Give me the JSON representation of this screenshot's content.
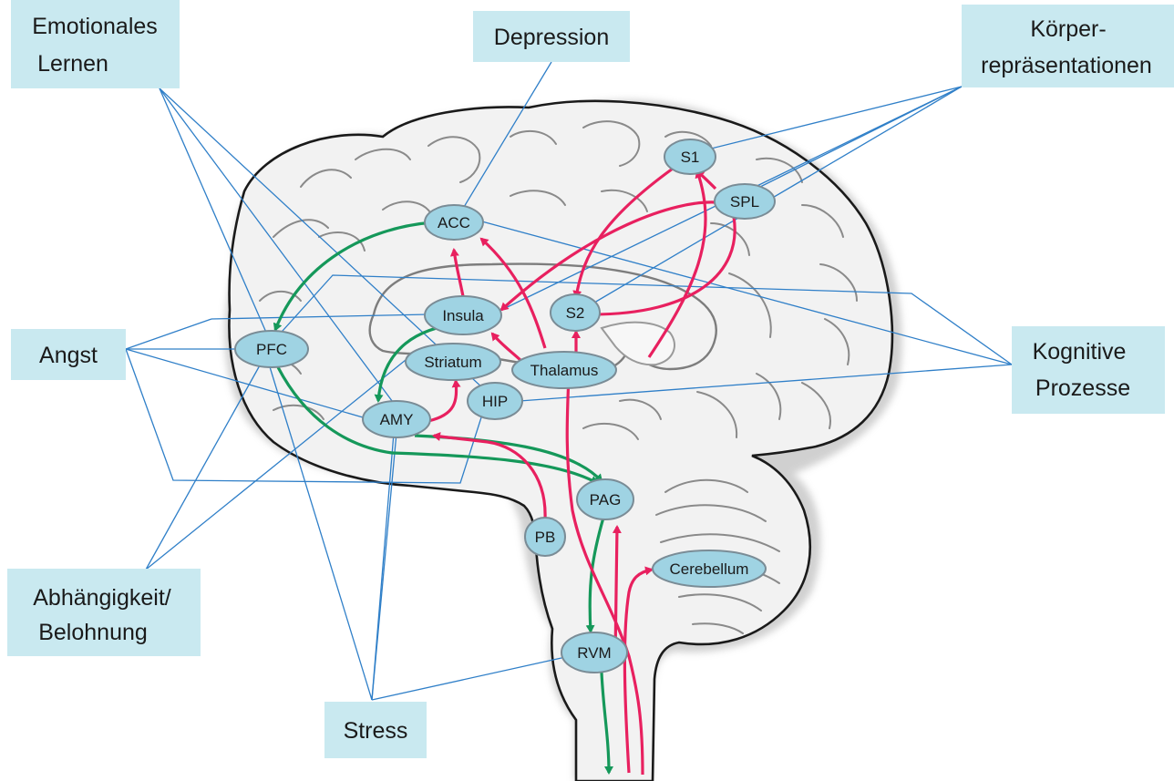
{
  "categories": {
    "emotional_learning": [
      "Emotionales",
      "Lernen"
    ],
    "depression": [
      "Depression"
    ],
    "body_representations": [
      "Körper-",
      "repräsentationen"
    ],
    "fear": [
      "Angst"
    ],
    "cognitive_processes": [
      "Kognitive",
      "Prozesse"
    ],
    "addiction_reward": [
      "Abhängigkeit/",
      "Belohnung"
    ],
    "stress": [
      "Stress"
    ]
  },
  "regions": {
    "s1": "S1",
    "spl": "SPL",
    "acc": "ACC",
    "insula": "Insula",
    "s2": "S2",
    "pfc": "PFC",
    "striatum": "Striatum",
    "thalamus": "Thalamus",
    "amy": "AMY",
    "hip": "HIP",
    "pag": "PAG",
    "pb": "PB",
    "cerebellum": "Cerebellum",
    "rvm": "RVM"
  },
  "colors": {
    "ascending_pathway": "#e8205f",
    "descending_pathway": "#15985a",
    "connector_lines": "#2f7fc8",
    "category_box": "#c9e9f0",
    "region_node": "#9fd3e3",
    "brain_fill": "#f2f2f2"
  }
}
